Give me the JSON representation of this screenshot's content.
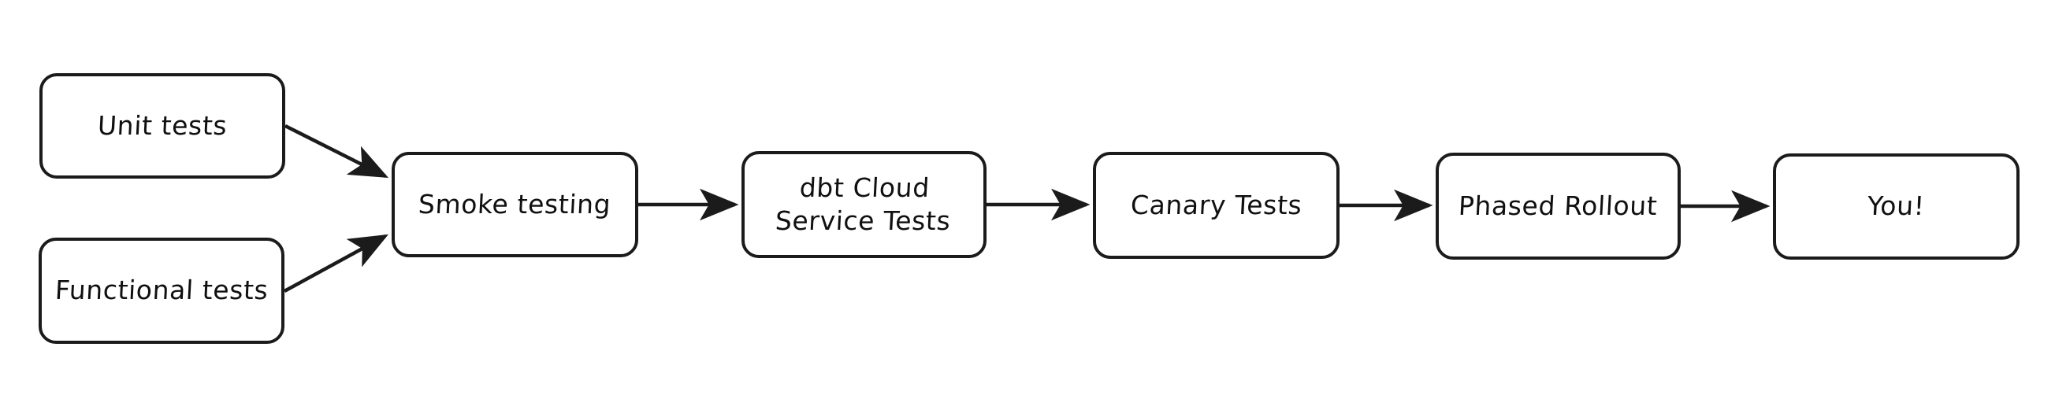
{
  "diagram": {
    "title": "Testing and release pipeline flowchart",
    "background_color": "#ffffff",
    "stroke_color": "#1b1b1b",
    "text_color": "#101010",
    "nodes": [
      {
        "id": "unit-tests",
        "label": "Unit tests",
        "shape": "rounded-rectangle"
      },
      {
        "id": "functional-tests",
        "label": "Functional tests",
        "shape": "rounded-rectangle"
      },
      {
        "id": "smoke-testing",
        "label": "Smoke testing",
        "shape": "rounded-rectangle"
      },
      {
        "id": "dbt-cloud",
        "label": "dbt Cloud\nService Tests",
        "shape": "rounded-rectangle"
      },
      {
        "id": "canary-tests",
        "label": "Canary Tests",
        "shape": "rounded-rectangle"
      },
      {
        "id": "phased-rollout",
        "label": "Phased Rollout",
        "shape": "rounded-rectangle"
      },
      {
        "id": "you",
        "label": "You!",
        "shape": "rounded-rectangle"
      }
    ],
    "edges": [
      {
        "from": "unit-tests",
        "to": "smoke-testing",
        "style": "arrow"
      },
      {
        "from": "functional-tests",
        "to": "smoke-testing",
        "style": "arrow"
      },
      {
        "from": "smoke-testing",
        "to": "dbt-cloud",
        "style": "arrow"
      },
      {
        "from": "dbt-cloud",
        "to": "canary-tests",
        "style": "arrow"
      },
      {
        "from": "canary-tests",
        "to": "phased-rollout",
        "style": "arrow"
      },
      {
        "from": "phased-rollout",
        "to": "you",
        "style": "arrow"
      }
    ]
  }
}
